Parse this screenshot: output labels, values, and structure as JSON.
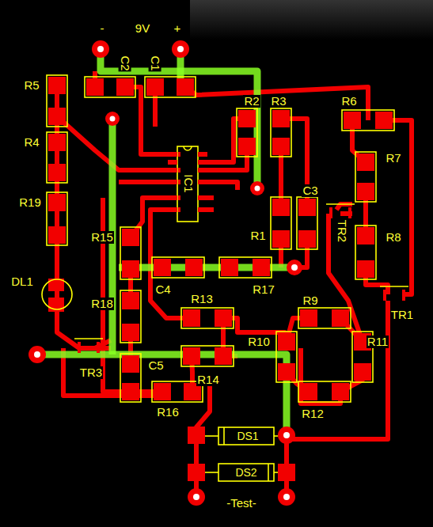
{
  "diagram": {
    "labels": [
      "-",
      "9V",
      "+",
      "C2",
      "C1",
      "R5",
      "R2",
      "R3",
      "R6",
      "R4",
      "IC1",
      "R7",
      "C3",
      "R19",
      "TR2",
      "R8",
      "R15",
      "R1",
      "DL1",
      "C4",
      "R17",
      "TR1",
      "R18",
      "R13",
      "R9",
      "R10",
      "R11",
      "TR3",
      "C5",
      "R14",
      "R16",
      "R12",
      "DS1",
      "DS2",
      "-Test-"
    ]
  }
}
